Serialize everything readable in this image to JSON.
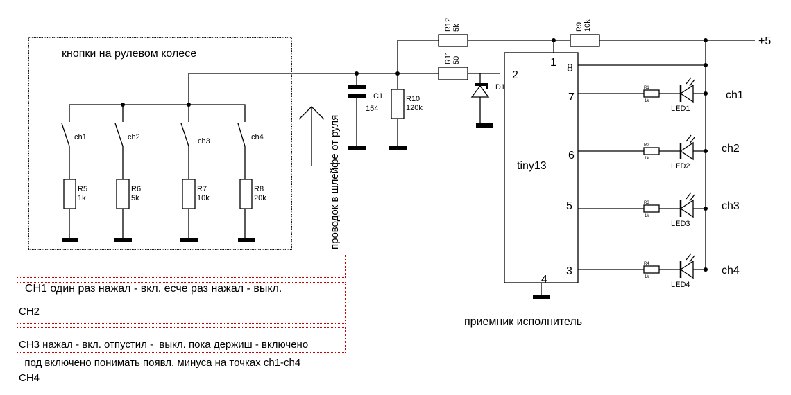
{
  "title_buttons": "кнопки на рулевом колесе",
  "cable_label": "проводок в шлейфе от руля",
  "receiver_label": "приемник исполнитель",
  "supply_label": "+5",
  "mcu": {
    "name": "tiny13",
    "pins": {
      "p1": "1",
      "p2": "2",
      "p3": "3",
      "p4": "4",
      "p5": "5",
      "p6": "6",
      "p7": "7",
      "p8": "8"
    }
  },
  "switches": [
    {
      "label": "ch1",
      "res_name": "R5",
      "res_value": "1k"
    },
    {
      "label": "ch2",
      "res_name": "R6",
      "res_value": "5k"
    },
    {
      "label": "ch3",
      "res_name": "R7",
      "res_value": "10k"
    },
    {
      "label": "ch4",
      "res_name": "R8",
      "res_value": "20k"
    }
  ],
  "components": {
    "c1": {
      "name": "C1",
      "value": "154"
    },
    "r10": {
      "name": "R10",
      "value": "120k"
    },
    "r11": {
      "name": "R11",
      "value": "50"
    },
    "r12": {
      "name": "R12",
      "value": "5k"
    },
    "r9": {
      "name": "R9",
      "value": "10k"
    },
    "d1": {
      "name": "D1"
    }
  },
  "outputs": [
    {
      "pin": "7",
      "res_name": "R1",
      "res_value": "1k",
      "led": "LED1",
      "channel": "ch1"
    },
    {
      "pin": "6",
      "res_name": "R2",
      "res_value": "1k",
      "led": "LED2",
      "channel": "ch2"
    },
    {
      "pin": "5",
      "res_name": "R3",
      "res_value": "1k",
      "led": "LED3",
      "channel": "ch3"
    },
    {
      "pin": "3",
      "res_name": "R4",
      "res_value": "1k",
      "led": "LED4",
      "channel": "ch4"
    }
  ],
  "notes": {
    "note1": "CH1 один раз нажал - вкл. есче раз нажал - выкл.",
    "note2_l1": "CH2",
    "note2_l2": "CH3 нажал - вкл. отпустил -  выкл. пока держиш - включено",
    "note2_l3": "CH4",
    "note3": "под включено понимать появл. минуса на точках ch1-ch4"
  }
}
